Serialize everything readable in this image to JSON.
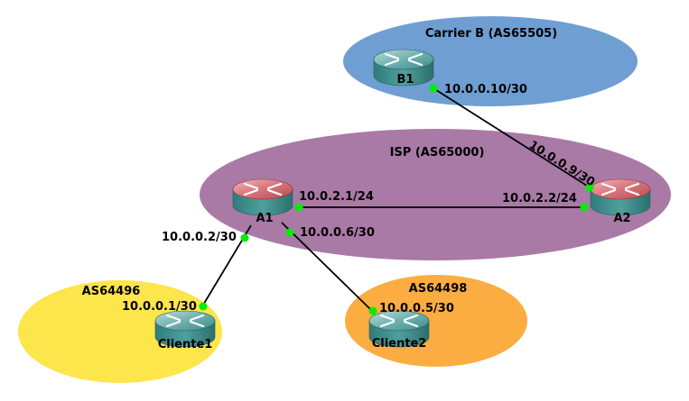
{
  "diagram": {
    "zones": [
      {
        "id": "carrier-b",
        "label": "Carrier B (AS65505)",
        "color": "#6f9ed2"
      },
      {
        "id": "isp",
        "label": "ISP (AS65000)",
        "color": "#a97aa6"
      },
      {
        "id": "as64496",
        "label": "AS64496",
        "color": "#fde54c"
      },
      {
        "id": "as64498",
        "label": "AS64498",
        "color": "#fbad42"
      }
    ],
    "devices": [
      {
        "id": "B1",
        "label": "B1",
        "type": "router",
        "color": "teal"
      },
      {
        "id": "A1",
        "label": "A1",
        "type": "router",
        "color": "red"
      },
      {
        "id": "A2",
        "label": "A2",
        "type": "router",
        "color": "red"
      },
      {
        "id": "Cliente1",
        "label": "Cliente1",
        "type": "router",
        "color": "teal"
      },
      {
        "id": "Cliente2",
        "label": "Cliente2",
        "type": "router",
        "color": "teal"
      }
    ],
    "links": [
      {
        "from": "B1",
        "to": "A2",
        "from_ip": "10.0.0.10/30",
        "to_ip": "10.0.0.9/30"
      },
      {
        "from": "A1",
        "to": "A2",
        "from_ip": "10.0.2.1/24",
        "to_ip": "10.0.2.2/24"
      },
      {
        "from": "A1",
        "to": "Cliente1",
        "from_ip": "10.0.0.2/30",
        "to_ip": "10.0.0.1/30"
      },
      {
        "from": "A1",
        "to": "Cliente2",
        "from_ip": "10.0.0.6/30",
        "to_ip": "10.0.0.5/30"
      }
    ],
    "endpoint_color": "#00ee00"
  }
}
